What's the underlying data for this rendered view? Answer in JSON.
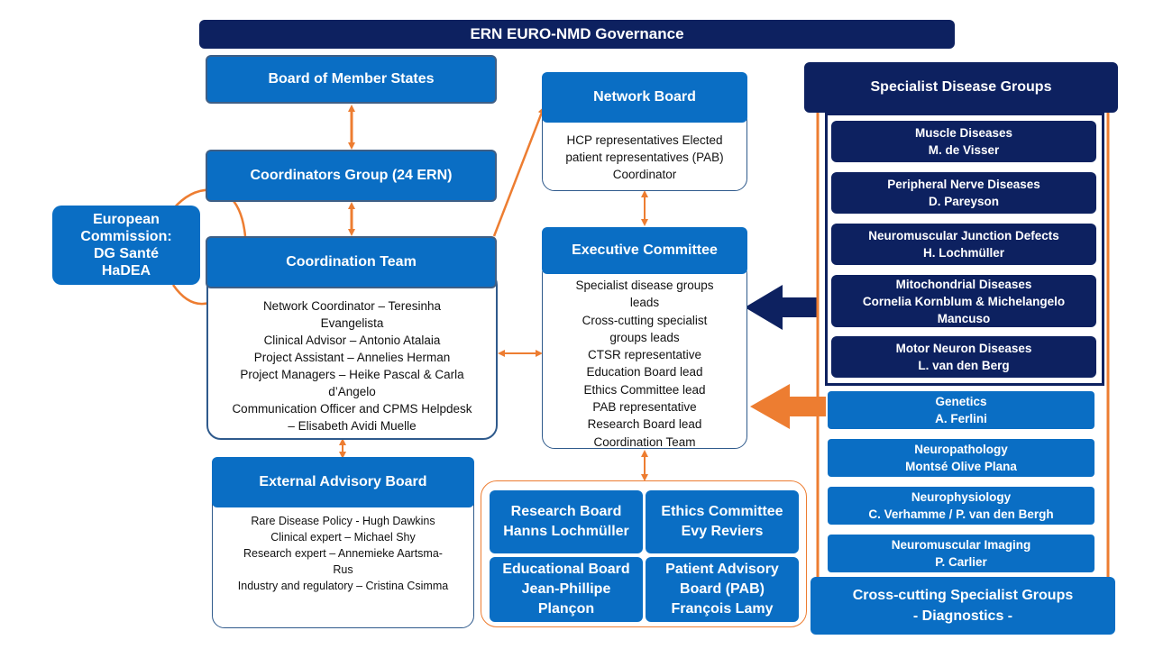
{
  "title": "ERN EURO-NMD Governance",
  "board_member_states": "Board of Member States",
  "coordinators_group": "Coordinators Group (24 ERN)",
  "european_commission": [
    "European",
    "Commission:",
    "DG Santé",
    "HaDEA"
  ],
  "coordination_team": {
    "title": "Coordination Team",
    "lines": [
      "Network Coordinator – Teresinha",
      "Evangelista",
      "Clinical Advisor – Antonio Atalaia",
      "Project Assistant – Annelies Herman",
      "Project Managers – Heike Pascal & Carla",
      "d’Angelo",
      "Communication Officer and CPMS Helpdesk",
      "– Elisabeth Avidi Muelle"
    ]
  },
  "network_board": {
    "title": "Network Board",
    "lines": [
      "HCP representatives Elected",
      "patient representatives (PAB)",
      "Coordinator"
    ]
  },
  "executive_committee": {
    "title": "Executive Committee",
    "lines": [
      "Specialist disease groups",
      "leads",
      "Cross-cutting specialist",
      "groups leads",
      "CTSR representative",
      "Education Board lead",
      "Ethics Committee lead",
      "PAB representative",
      "Research Board lead",
      "Coordination Team"
    ]
  },
  "external_advisory_board": {
    "title": "External Advisory Board",
    "lines": [
      "Rare Disease Policy - Hugh Dawkins",
      "Clinical expert – Michael Shy",
      "Research expert – Annemieke Aartsma-",
      "Rus",
      "Industry and regulatory – Cristina Csimma"
    ]
  },
  "boards": [
    {
      "lines": [
        "Research Board",
        "Hanns Lochmüller"
      ]
    },
    {
      "lines": [
        "Ethics Committee",
        "Evy Reviers"
      ]
    },
    {
      "lines": [
        "Educational Board",
        "Jean-Phillipe",
        "Plançon"
      ]
    },
    {
      "lines": [
        "Patient Advisory",
        "Board (PAB)",
        "François Lamy"
      ]
    }
  ],
  "specialist_disease_groups": {
    "title": "Specialist Disease Groups",
    "groups": [
      {
        "lines": [
          "Muscle Diseases",
          "M. de Visser"
        ]
      },
      {
        "lines": [
          "Peripheral Nerve Diseases",
          "D. Pareyson"
        ]
      },
      {
        "lines": [
          "Neuromuscular Junction Defects",
          "H. Lochmüller"
        ]
      },
      {
        "lines": [
          "Mitochondrial Diseases",
          "Cornelia Kornblum & Michelangelo",
          "Mancuso"
        ]
      },
      {
        "lines": [
          "Motor Neuron Diseases",
          "L. van den Berg"
        ]
      }
    ]
  },
  "cross_cutting_groups": {
    "title": [
      "Cross-cutting Specialist Groups",
      "- Diagnostics -"
    ],
    "groups": [
      {
        "lines": [
          "Genetics",
          "A. Ferlini"
        ]
      },
      {
        "lines": [
          "Neuropathology",
          "Montsé Olive Plana"
        ]
      },
      {
        "lines": [
          "Neurophysiology",
          "C. Verhamme / P. van den Bergh"
        ]
      },
      {
        "lines": [
          "Neuromuscular Imaging",
          "P. Carlier"
        ]
      }
    ]
  },
  "colors": {
    "navy": "#0d2160",
    "blue": "#0a6ec4",
    "orange": "#ed7d31",
    "border": "#2f5a8c"
  }
}
